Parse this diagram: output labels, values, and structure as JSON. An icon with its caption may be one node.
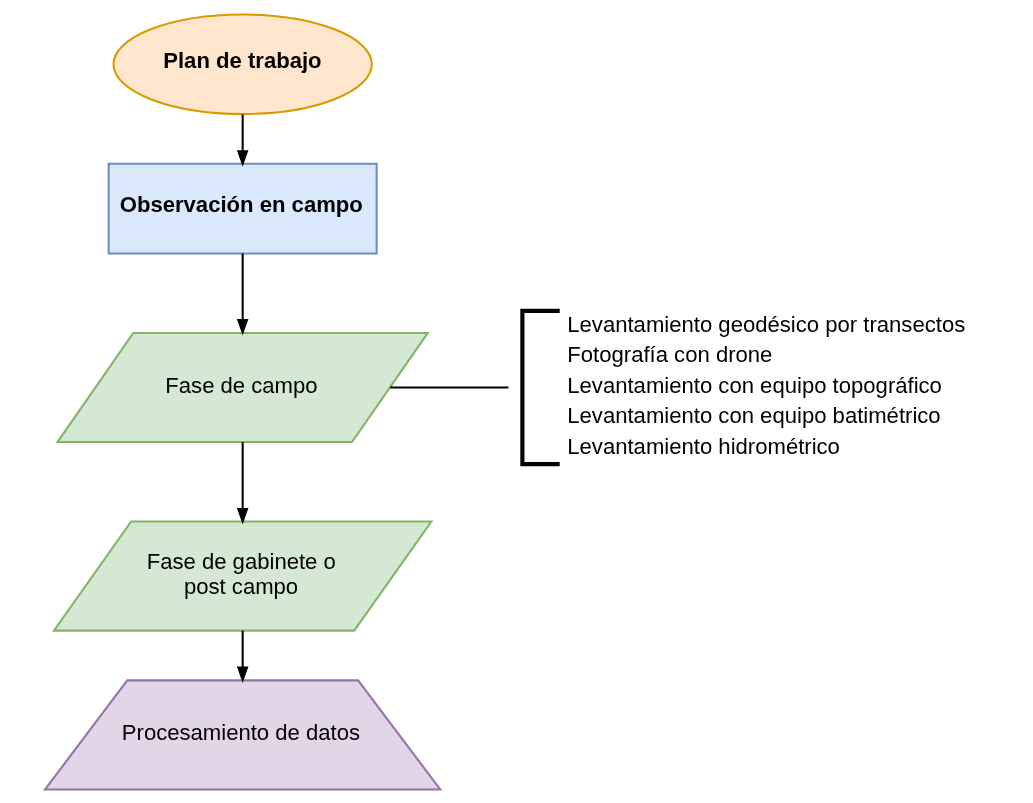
{
  "diagram": {
    "nodes": [
      {
        "text": [
          "Plan de trabajo"
        ]
      },
      {
        "text": [
          "Observación en campo"
        ]
      },
      {
        "text": [
          "Fase de campo"
        ]
      },
      {
        "text": [
          "Fase de gabinete o post campo"
        ]
      },
      {
        "text": [
          "Procesamiento de datos"
        ]
      },
      {
        "text": [
          "Levantamiento geodésico por transectos",
          "Fotografía con drone",
          "Levantamiento con equipo topográfico",
          "Levantamiento con equipo batimétrico",
          "Levantamiento hidrométrico"
        ]
      }
    ],
    "edges": [
      {
        "from": 0,
        "to": 1,
        "arrow": "to"
      },
      {
        "from": 1,
        "to": 2,
        "arrow": "to"
      },
      {
        "from": 2,
        "to": 3,
        "arrow": "to"
      },
      {
        "from": 3,
        "to": 4,
        "arrow": "to"
      },
      {
        "from": 2,
        "to": 5,
        "arrow": "none"
      }
    ]
  }
}
